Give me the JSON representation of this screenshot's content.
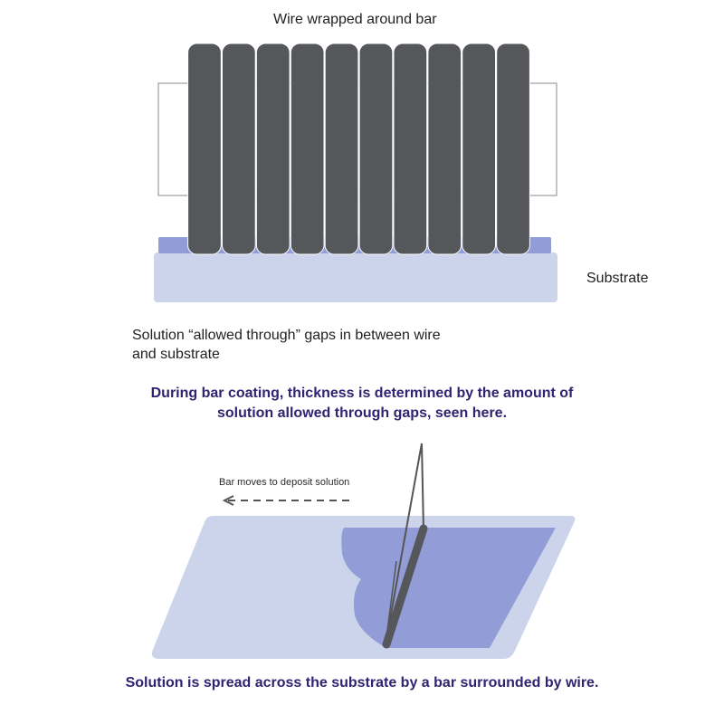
{
  "top_diagram": {
    "title": "Wire wrapped around bar",
    "substrate_label": "Substrate",
    "gap_note_line1": "Solution “allowed through” gaps in between wire",
    "gap_note_line2": "and substrate",
    "wire_coil_count": 10
  },
  "caption_top": {
    "line1": "During bar coating, thickness is determined by the amount of",
    "line2": "solution allowed through gaps, seen here."
  },
  "bottom_diagram": {
    "motion_label": "Bar moves to deposit solution"
  },
  "caption_bottom": "Solution is spread across the substrate by a bar surrounded by wire.",
  "colors": {
    "wire": "#55575b",
    "substrate": "#ccd4ec",
    "solution": "#929cd6",
    "caption": "#2e2472",
    "outline": "#888888"
  }
}
